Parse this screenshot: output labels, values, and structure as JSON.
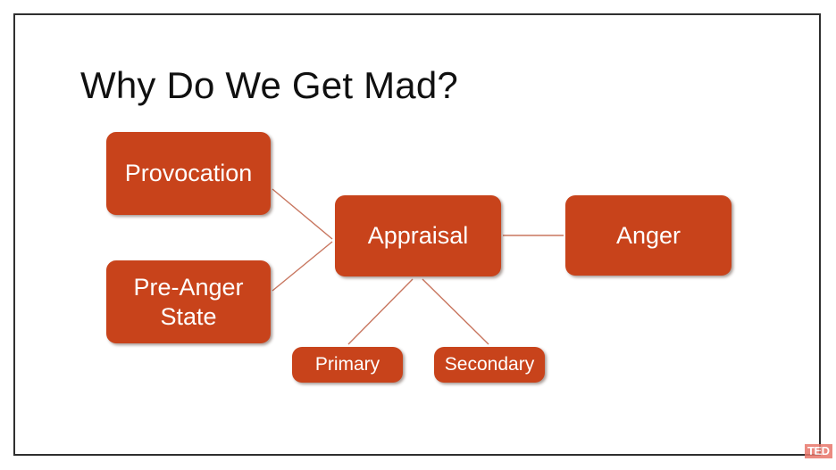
{
  "slide": {
    "title": "Why Do We Get Mad?",
    "background_color": "#FFFFFF",
    "frame_color": "#2F2F2F",
    "node_fill_color": "#C8431B",
    "node_text_color": "#FFFFFF",
    "connector_color": "#C8765F",
    "watermark": "TED"
  },
  "nodes": {
    "provocation": {
      "label": "Provocation"
    },
    "pre_anger": {
      "label": "Pre-Anger\nState",
      "line1": "Pre-Anger",
      "line2": "State"
    },
    "appraisal": {
      "label": "Appraisal"
    },
    "anger": {
      "label": "Anger"
    },
    "primary": {
      "label": "Primary"
    },
    "secondary": {
      "label": "Secondary"
    }
  },
  "connectors": [
    {
      "from": "provocation",
      "to": "appraisal"
    },
    {
      "from": "pre_anger",
      "to": "appraisal"
    },
    {
      "from": "appraisal",
      "to": "anger"
    },
    {
      "from": "appraisal",
      "to": "primary"
    },
    {
      "from": "appraisal",
      "to": "secondary"
    }
  ]
}
